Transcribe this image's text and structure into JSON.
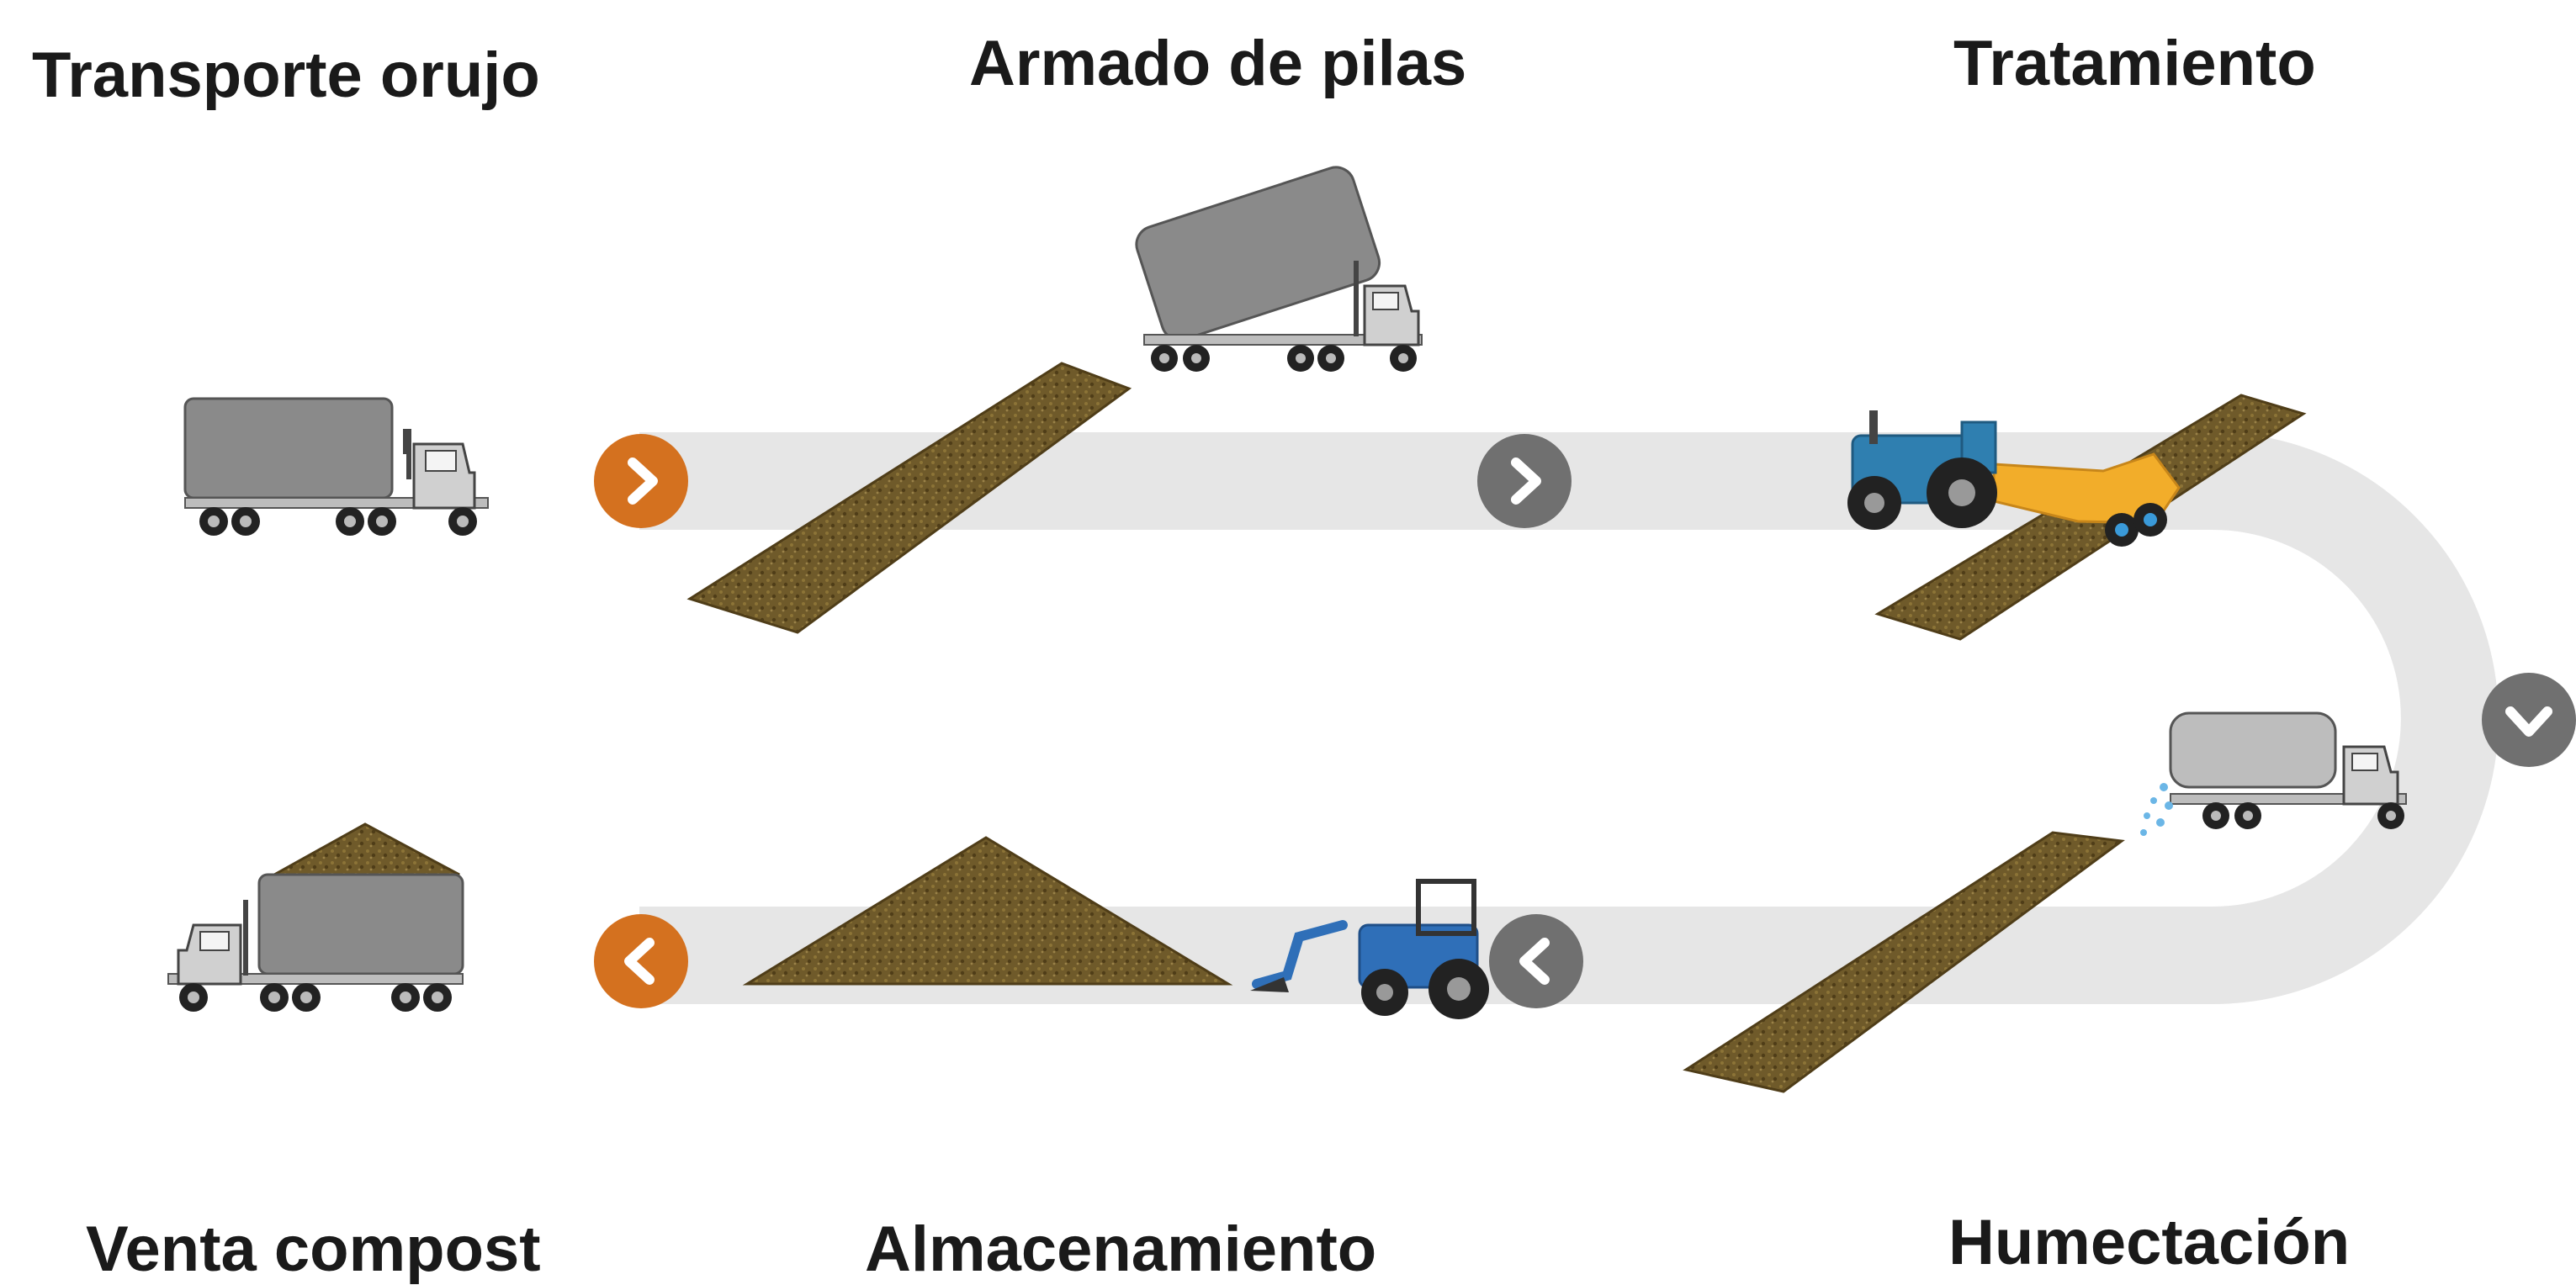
{
  "stages": [
    {
      "id": "transporte",
      "label": "Transporte orujo"
    },
    {
      "id": "armado",
      "label": "Armado de pilas"
    },
    {
      "id": "tratamiento",
      "label": "Tratamiento"
    },
    {
      "id": "humectacion",
      "label": "Humectación"
    },
    {
      "id": "almacenamiento",
      "label": "Almacenamiento"
    },
    {
      "id": "venta",
      "label": "Venta compost"
    }
  ],
  "colors": {
    "track": "#e6e6e6",
    "arrow_accent": "#d4711f",
    "arrow_neutral": "#707070",
    "compost": "#6f5a2a",
    "compost_light": "#8c7437",
    "truck_body": "#8a8a8a",
    "tractor": "#2f7fb0",
    "spreader": "#f2ad2a"
  },
  "arrows": [
    {
      "name": "arrow-start",
      "direction": "right",
      "style": "accent"
    },
    {
      "name": "arrow-middle-top",
      "direction": "right",
      "style": "neutral"
    },
    {
      "name": "arrow-turn",
      "direction": "down",
      "style": "neutral"
    },
    {
      "name": "arrow-middle-bottom",
      "direction": "left",
      "style": "neutral"
    },
    {
      "name": "arrow-end",
      "direction": "left",
      "style": "accent"
    }
  ]
}
